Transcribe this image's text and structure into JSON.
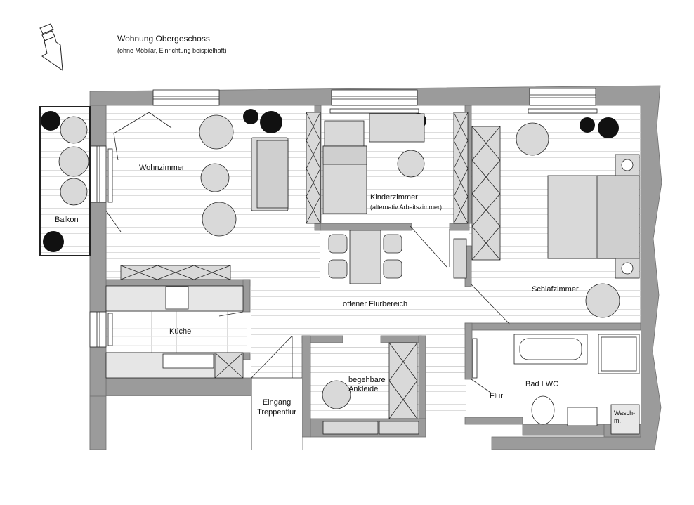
{
  "title": "Wohnung Obergeschoss",
  "subtitle": "(ohne Möbilar, Einrichtung beispielhaft)",
  "rooms": {
    "wohnzimmer": "Wohnzimmer",
    "balkon": "Balkon",
    "kinderzimmer": "Kinderzimmer",
    "kinderzimmer_note": "(alternativ Arbeitszimmer)",
    "schlafzimmer": "Schlafzimmer",
    "flurbereich": "offener Flurbereich",
    "kueche": "Küche",
    "ankleide_line1": "begehbare",
    "ankleide_line2": "Ankleide",
    "flur": "Flur",
    "bad": "Bad I WC",
    "wasch_line1": "Wasch-",
    "wasch_line2": "m.",
    "eingang_line1": "Eingang",
    "eingang_line2": "Treppenflur"
  },
  "colors": {
    "wall": "#9b9b9b",
    "wall_edge": "#6f6f6f",
    "furniture": "#d9d9d9",
    "line": "#1a1a1a",
    "floor_line": "#c8c8c8"
  }
}
